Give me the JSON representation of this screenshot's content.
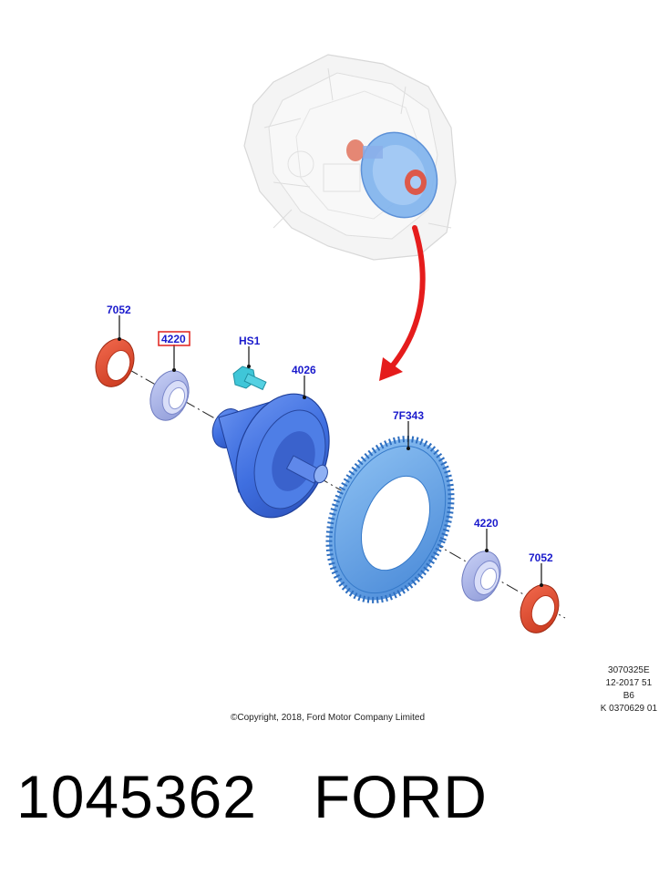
{
  "diagram": {
    "callouts": [
      {
        "id": "oil-seal-left",
        "label": "7052",
        "highlighted": false
      },
      {
        "id": "bearing-left",
        "label": "4220",
        "highlighted": true
      },
      {
        "id": "bolt",
        "label": "HS1",
        "highlighted": false
      },
      {
        "id": "diff-case",
        "label": "4026",
        "highlighted": false
      },
      {
        "id": "ring-gear",
        "label": "7F343",
        "highlighted": false
      },
      {
        "id": "bearing-right",
        "label": "4220",
        "highlighted": false
      },
      {
        "id": "oil-seal-right",
        "label": "7052",
        "highlighted": false
      }
    ],
    "reference_lines": [
      "3070325E",
      "12-2017 51",
      "B6",
      "K 0370629 01"
    ],
    "copyright": "©Copyright, 2018, Ford Motor Company Limited",
    "colors": {
      "callout_text": "#1a1acc",
      "highlight_box": "#e0201b",
      "seal": "#e8452c",
      "bearing": "#a9b4ea",
      "case": "#3f6fe0",
      "gear": "#5c9ee6",
      "bolt": "#3fc6d8",
      "arrow": "#e51c1c"
    }
  },
  "footer": {
    "part_number": "1045362",
    "brand": "FORD"
  }
}
